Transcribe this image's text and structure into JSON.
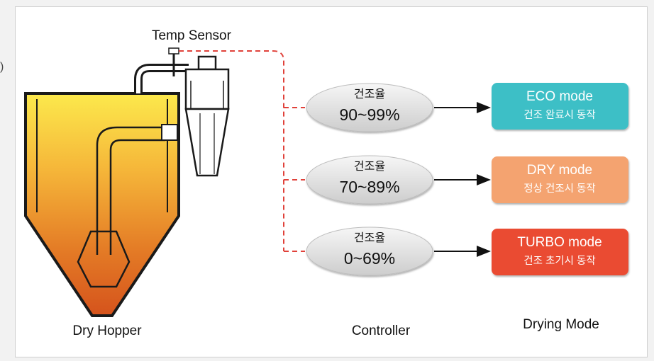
{
  "left_mark": ")",
  "labels": {
    "temp_sensor": "Temp Sensor",
    "dry_hopper": "Dry Hopper",
    "controller": "Controller",
    "drying_mode": "Drying Mode"
  },
  "controllers": [
    {
      "title": "건조율",
      "range": "90~99%"
    },
    {
      "title": "건조율",
      "range": "70~89%"
    },
    {
      "title": "건조율",
      "range": "0~69%"
    }
  ],
  "modes": [
    {
      "name": "ECO mode",
      "desc": "건조 완료시 동작",
      "color": "#3cbfc6"
    },
    {
      "name": "DRY mode",
      "desc": "정상 건조시 동작",
      "color": "#f4a36f"
    },
    {
      "name": "TURBO mode",
      "desc": "건조 초기시 동작",
      "color": "#ea4b30"
    }
  ],
  "colors": {
    "signal_line": "#e0413a",
    "hopper_top": "#fce94c",
    "hopper_bottom": "#d5531c"
  }
}
